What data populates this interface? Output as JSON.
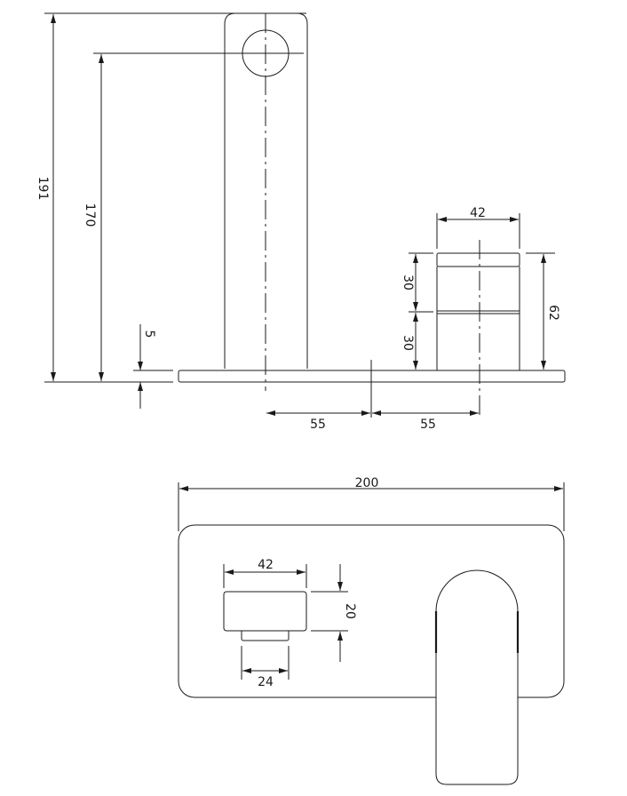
{
  "front_view": {
    "overall_height": "191",
    "outlet_height": "170",
    "plate_thickness": "5",
    "handle_width": "42",
    "handle_upper_height": "30",
    "handle_lower_height": "30",
    "handle_total_height": "62",
    "spout_to_center": "55",
    "center_to_handle": "55"
  },
  "plan_view": {
    "plate_width": "200",
    "handle_width": "42",
    "handle_depth": "20",
    "handle_stem_width": "24"
  },
  "colors": {
    "line": "#1a1a1a",
    "background": "#ffffff"
  }
}
